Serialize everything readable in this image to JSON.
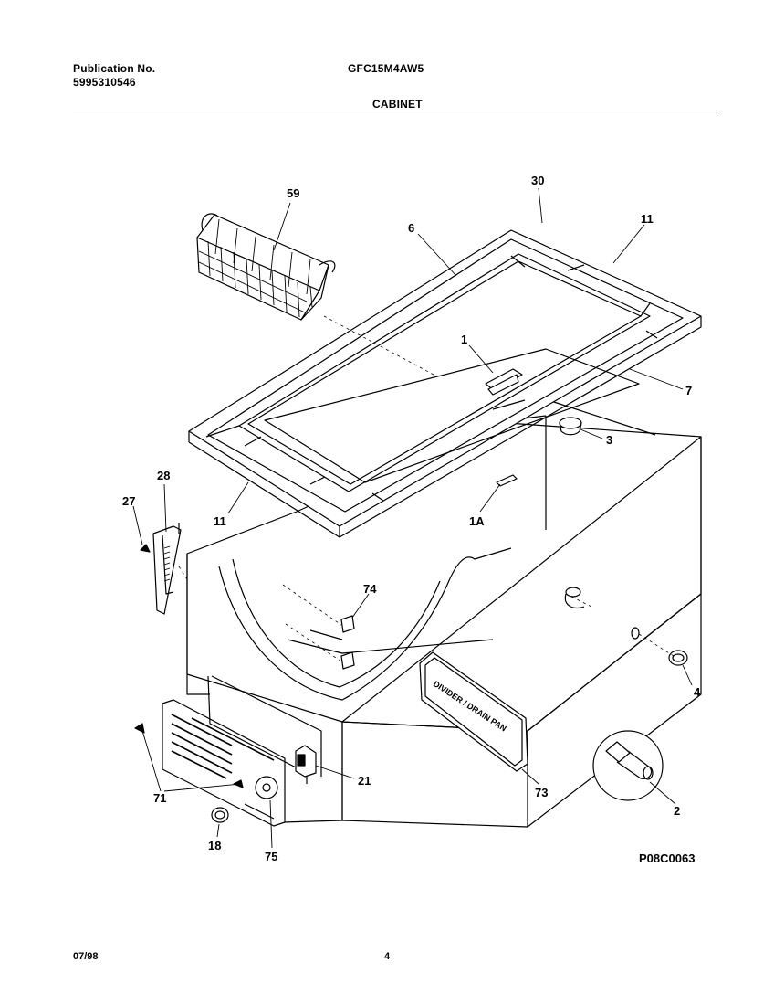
{
  "header": {
    "publication_label": "Publication No.",
    "publication_number": "5995310546",
    "model_number": "GFC15M4AW5",
    "section_title": "CABINET"
  },
  "diagram": {
    "drawing_code": "P08C0063",
    "nameplate_text": "DIVIDER / DRAIN PAN",
    "part_labels": [
      "59",
      "30",
      "6",
      "11",
      "1",
      "7",
      "3",
      "28",
      "27",
      "11",
      "1A",
      "74",
      "4",
      "73",
      "21",
      "71",
      "2",
      "18",
      "75"
    ]
  },
  "footer": {
    "date": "07/98",
    "page_number": "4"
  }
}
